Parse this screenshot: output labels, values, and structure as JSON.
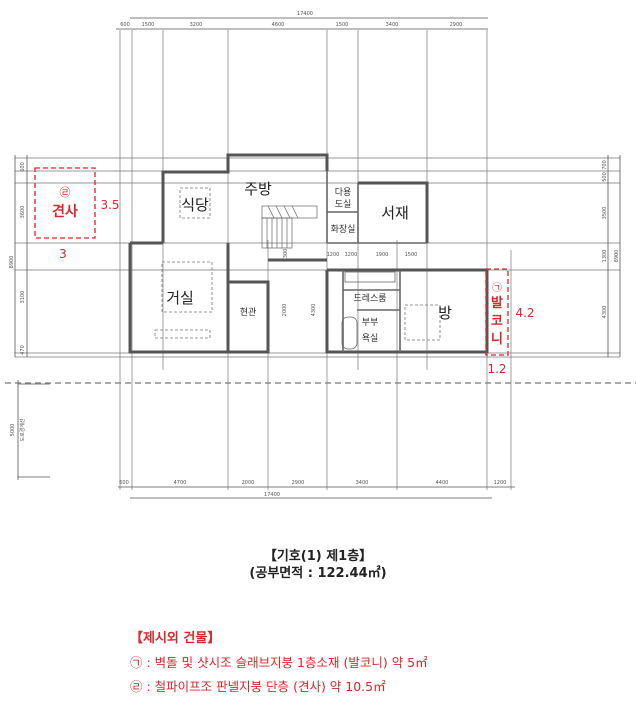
{
  "title": "【기호(1) 제1층】",
  "subtitle": "(공부면적 : 122.44㎡)",
  "plan": {
    "top_total": "17400",
    "top_dims": [
      "600",
      "1500",
      "3200",
      "4600",
      "1500",
      "3400",
      "2900"
    ],
    "bottom_total": "17400",
    "bottom_dims": [
      "600",
      "4700",
      "2000",
      "2900",
      "3400",
      "4400",
      "1200"
    ],
    "left_total": "8900",
    "left_dims": [
      "600",
      "3600",
      "3100",
      "470"
    ],
    "right_total": "8900",
    "right_dims": [
      "700",
      "500",
      "3500",
      "1300",
      "4300"
    ],
    "left_setback_dim": "5000",
    "left_setback_label": "도로경계선",
    "inner_dims": [
      "1300",
      "1200",
      "1200",
      "1900",
      "1500",
      "2000",
      "4300"
    ],
    "rooms": {
      "kitchen": "주방",
      "dining": "식당",
      "living": "거실",
      "entrance": "현관",
      "utility": "다용도실",
      "utility_l1": "다용",
      "utility_l2": "도실",
      "toilet": "화장실",
      "study": "서재",
      "dressroom": "드레스룸",
      "master_bath_l1": "부부",
      "master_bath_l2": "욕실",
      "bedroom": "방"
    },
    "annex": [
      {
        "symbol": "㉣",
        "name": "견사",
        "width": "3",
        "depth": "3.5"
      },
      {
        "symbol": "㉠",
        "name": "발코니",
        "name_chars": [
          "발",
          "코",
          "니"
        ],
        "width": "1.2",
        "depth": "4.2"
      }
    ]
  },
  "legend": {
    "heading": "【제시외 건물】",
    "items": [
      "㉠ : 벽돌 및 샷시조 슬래브지붕 1층소재 (발코니) 약 5㎡",
      "㉣ : 철파이프조 판넬지붕 단층 (견사) 약 10.5㎡"
    ]
  },
  "colors": {
    "annotation": "#d9272e",
    "line": "#444444",
    "wall": "#555555"
  }
}
